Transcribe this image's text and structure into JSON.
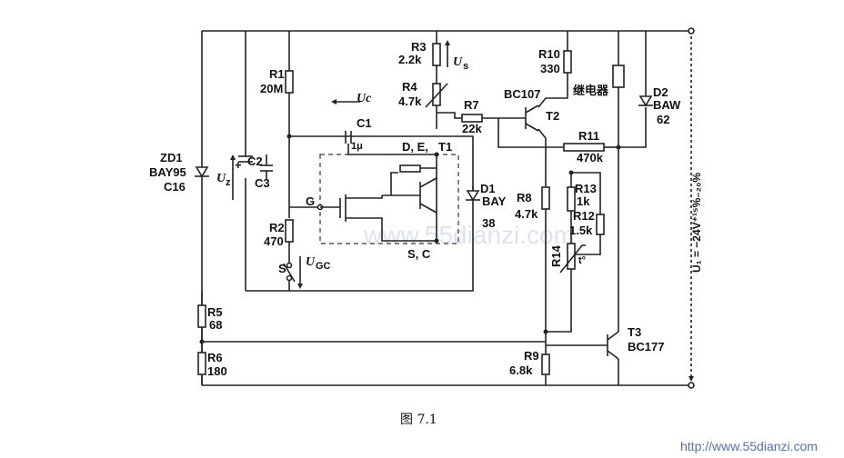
{
  "figure": {
    "caption": "图 7.1",
    "watermark_main": "www.55dianzi.com",
    "watermark_corner": "http://www.55dianzi.com"
  },
  "components": {
    "r1": {
      "ref": "R1",
      "value": "20M"
    },
    "r2": {
      "ref": "R2",
      "value": "470"
    },
    "r3": {
      "ref": "R3",
      "value": "2.2k"
    },
    "r4": {
      "ref": "R4",
      "value": "4.7k"
    },
    "r5": {
      "ref": "R5",
      "value": "68"
    },
    "r6": {
      "ref": "R6",
      "value": "180"
    },
    "r7": {
      "ref": "R7",
      "value": "22k"
    },
    "r8": {
      "ref": "R8",
      "value": "4.7k"
    },
    "r9": {
      "ref": "R9",
      "value": "6.8k"
    },
    "r10": {
      "ref": "R10",
      "value": "330"
    },
    "r11": {
      "ref": "R11",
      "value": "470k"
    },
    "r12": {
      "ref": "R12",
      "value": "1.5k"
    },
    "r13": {
      "ref": "R13",
      "value": "1k"
    },
    "r14": {
      "ref": "R14",
      "value": "t°"
    },
    "c1": {
      "ref": "C1",
      "value": "1μ"
    },
    "c2": {
      "ref": "C2"
    },
    "c3": {
      "ref": "C3"
    },
    "zd1": {
      "ref": "ZD1",
      "type": "BAY95",
      "variant": "C16"
    },
    "d1": {
      "ref": "D1",
      "type": "BAY",
      "variant": "38"
    },
    "d2": {
      "ref": "D2",
      "type": "BAW",
      "variant": "62"
    },
    "t1": {
      "ref": "T1",
      "pins_top": "D, E,",
      "pins_bottom": "S, C",
      "gate": "G"
    },
    "t2": {
      "ref": "T2",
      "type": "BC107"
    },
    "t3": {
      "ref": "T3",
      "type": "BC177"
    },
    "relay": {
      "label": "继电器"
    },
    "switch": {
      "ref": "S"
    }
  },
  "voltages": {
    "uz": "U",
    "uz_sub": "z",
    "us": "U",
    "us_sub": "s",
    "uc": "Uc",
    "ugc": "U",
    "ugc_sub": "GC",
    "supply": "U₁ = −24V⁺¹⁵%₋₂₀%"
  },
  "colors": {
    "wire": "#222222",
    "background": "#ffffff"
  }
}
